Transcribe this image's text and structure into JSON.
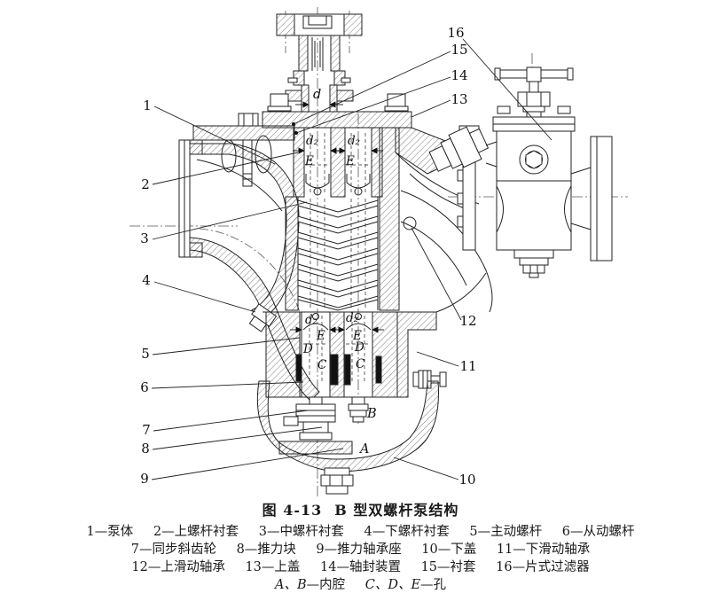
{
  "figure": {
    "caption_prefix": "图 4-13",
    "caption_title": "B 型双螺杆泵结构"
  },
  "legend": {
    "dash": "—",
    "line1": [
      {
        "num": "1",
        "name": "泵体"
      },
      {
        "num": "2",
        "name": "上螺杆衬套"
      },
      {
        "num": "3",
        "name": "中螺杆衬套"
      },
      {
        "num": "4",
        "name": "下螺杆衬套"
      },
      {
        "num": "5",
        "name": "主动螺杆"
      },
      {
        "num": "6",
        "name": "从动螺杆"
      }
    ],
    "line2": [
      {
        "num": "7",
        "name": "同步斜齿轮"
      },
      {
        "num": "8",
        "name": "推力块"
      },
      {
        "num": "9",
        "name": "推力轴承座"
      },
      {
        "num": "10",
        "name": "下盖"
      },
      {
        "num": "11",
        "name": "下滑动轴承"
      }
    ],
    "line3": [
      {
        "num": "12",
        "name": "上滑动轴承"
      },
      {
        "num": "13",
        "name": "上盖"
      },
      {
        "num": "14",
        "name": "轴封装置"
      },
      {
        "num": "15",
        "name": "衬套"
      },
      {
        "num": "16",
        "name": "片式过滤器"
      }
    ],
    "line4": [
      {
        "num": "A、B",
        "name": "内腔"
      },
      {
        "num": "C、D、E",
        "name": "孔"
      }
    ]
  },
  "drawing": {
    "line_color": "#1a1a1a",
    "background": "#ffffff",
    "callouts": {
      "c1": "1",
      "c2": "2",
      "c3": "3",
      "c4": "4",
      "c5": "5",
      "c6": "6",
      "c7": "7",
      "c8": "8",
      "c9": "9",
      "c10": "10",
      "c11": "11",
      "c12": "12",
      "c13": "13",
      "c14": "14",
      "c15": "15",
      "c16": "16"
    },
    "dims": {
      "d": "d",
      "d2": "d₂",
      "E": "E",
      "D": "D",
      "C": "C",
      "A": "A",
      "B": "B"
    }
  }
}
